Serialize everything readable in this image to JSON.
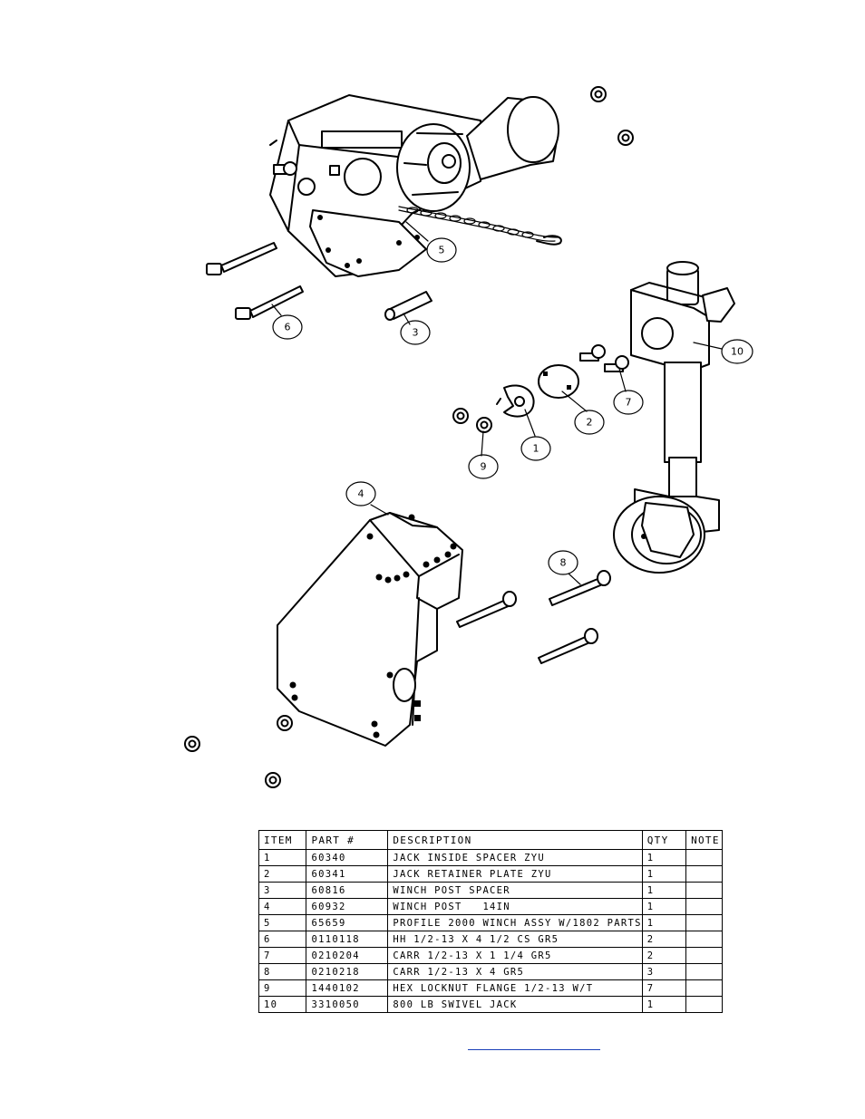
{
  "callouts": [
    {
      "label": "1"
    },
    {
      "label": "2"
    },
    {
      "label": "3"
    },
    {
      "label": "4"
    },
    {
      "label": "5"
    },
    {
      "label": "6"
    },
    {
      "label": "7"
    },
    {
      "label": "8"
    },
    {
      "label": "9"
    },
    {
      "label": "10"
    }
  ],
  "bom": {
    "headers": {
      "item": "ITEM",
      "part": "PART #",
      "description": "DESCRIPTION",
      "qty": "QTY",
      "note": "NOTE"
    },
    "rows": [
      {
        "item": "1",
        "part": "60340",
        "description": "JACK INSIDE SPACER ZYU",
        "qty": "1",
        "note": ""
      },
      {
        "item": "2",
        "part": "60341",
        "description": "JACK RETAINER PLATE ZYU",
        "qty": "1",
        "note": ""
      },
      {
        "item": "3",
        "part": "60816",
        "description": "WINCH POST SPACER",
        "qty": "1",
        "note": ""
      },
      {
        "item": "4",
        "part": "60932",
        "description": "WINCH POST   14IN",
        "qty": "1",
        "note": ""
      },
      {
        "item": "5",
        "part": "65659",
        "description": "PROFILE 2000 WINCH ASSY W/1802 PARTS",
        "qty": "1",
        "note": ""
      },
      {
        "item": "6",
        "part": "0110118",
        "description": "HH 1/2-13 X 4 1/2 CS GR5",
        "qty": "2",
        "note": ""
      },
      {
        "item": "7",
        "part": "0210204",
        "description": "CARR 1/2-13 X 1 1/4 GR5",
        "qty": "2",
        "note": ""
      },
      {
        "item": "8",
        "part": "0210218",
        "description": "CARR 1/2-13 X 4 GR5",
        "qty": "3",
        "note": ""
      },
      {
        "item": "9",
        "part": "1440102",
        "description": "HEX LOCKNUT FLANGE 1/2-13 W/T",
        "qty": "7",
        "note": ""
      },
      {
        "item": "10",
        "part": "3310050",
        "description": "800 LB SWIVEL JACK",
        "qty": "1",
        "note": ""
      }
    ]
  }
}
